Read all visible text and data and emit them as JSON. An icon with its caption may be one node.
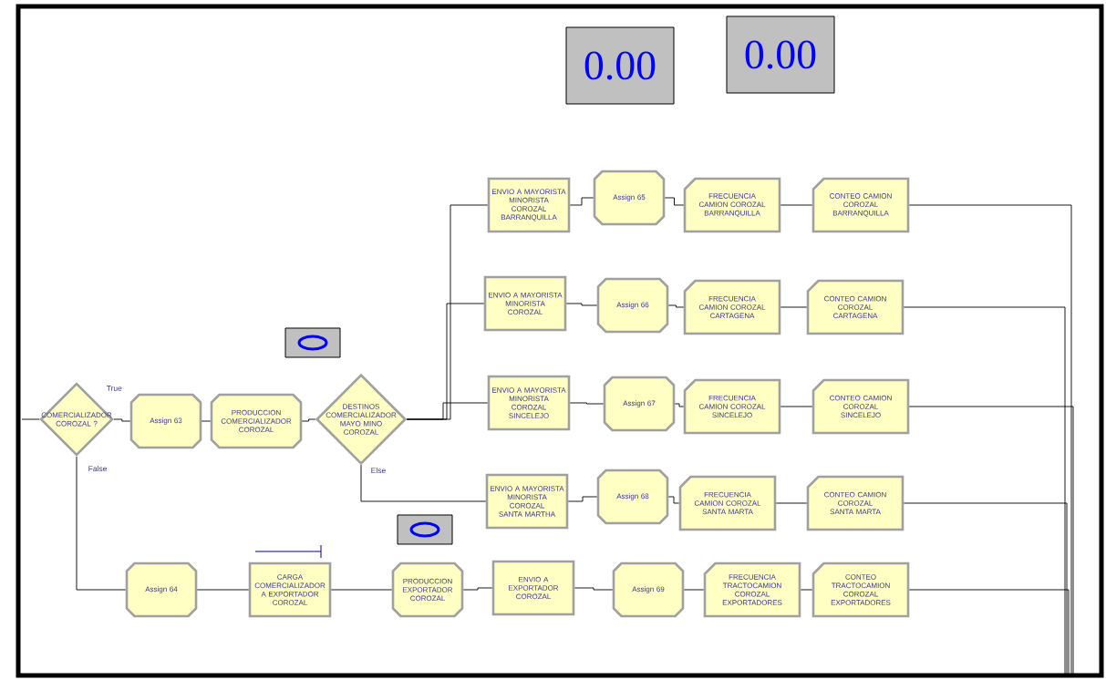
{
  "diagram": {
    "nodes": [
      {
        "text": [
          "0.00"
        ]
      },
      {
        "text": [
          "0.00"
        ]
      },
      {
        "text": [
          "COMERCIALIZADOR COROZAL ?"
        ],
        "beside": [
          "True",
          "False"
        ]
      },
      {
        "text": [
          "Assign 63"
        ]
      },
      {
        "text": [
          "PRODUCCION COMERCIALIZADOR COROZAL"
        ]
      },
      {
        "text": [
          "DESTINOS COMERCIALIZADOR MAYO MINO COROZAL"
        ],
        "beside": [
          "Else"
        ]
      },
      {
        "text": [
          "ENVIO A MAYORISTA MINORISTA COROZAL BARRANQUILLA"
        ]
      },
      {
        "text": [
          "Assign 65"
        ]
      },
      {
        "text": [
          "FRECUENCIA CAMION COROZAL BARRANQUILLA"
        ]
      },
      {
        "text": [
          "CONTEO CAMION COROZAL BARRANQUILLA"
        ]
      },
      {
        "text": [
          "ENVIO A MAYORISTA MINORISTA COROZAL"
        ]
      },
      {
        "text": [
          "Assign 66"
        ]
      },
      {
        "text": [
          "FRECUENCIA CAMION COROZAL CARTAGENA"
        ]
      },
      {
        "text": [
          "CONTEO CAMION COROZAL CARTAGENA"
        ]
      },
      {
        "text": [
          "ENVIO A MAYORISTA MINORISTA COROZAL SINCELEJO"
        ]
      },
      {
        "text": [
          "Assign 67"
        ]
      },
      {
        "text": [
          "FRECUENCIA CAMION COROZAL SINCELEJO"
        ]
      },
      {
        "text": [
          "CONTEO CAMION COROZAL SINCELEJO"
        ]
      },
      {
        "text": [
          "ENVIO A MAYORISTA MINORISTA COROZAL SANTA MARTHA"
        ]
      },
      {
        "text": [
          "Assign 68"
        ]
      },
      {
        "text": [
          "FRECUENCIA CAMION COROZAL SANTA MARTA"
        ]
      },
      {
        "text": [
          "CONTEO CAMION COROZAL SANTA MARTA"
        ]
      },
      {
        "text": [
          "Assign 64"
        ]
      },
      {
        "text": [
          "CARGA COMERCIALIZADOR A EXPORTADOR COROZAL"
        ]
      },
      {
        "text": [
          "PRODUCCION EXPORTADOR COROZAL"
        ]
      },
      {
        "text": [
          "ENVIO A EXPORTADOR COROZAL"
        ]
      },
      {
        "text": [
          "Assign 69"
        ]
      },
      {
        "text": [
          "FRECUENCIA TRACTOCAMION COROZAL EXPORTADORES"
        ]
      },
      {
        "text": [
          "CONTEO TRACTOCAMION COROZAL EXPORTADORES"
        ]
      }
    ],
    "edges": [
      {
        "from": null,
        "to": 2,
        "arrow": "none"
      },
      {
        "from": 2,
        "to": 3,
        "arrow": "none"
      },
      {
        "from": 3,
        "to": 4,
        "arrow": "none"
      },
      {
        "from": 4,
        "to": 5,
        "arrow": "none"
      },
      {
        "from": 5,
        "to": 6,
        "arrow": "none"
      },
      {
        "from": 5,
        "to": 10,
        "arrow": "none"
      },
      {
        "from": 5,
        "to": 14,
        "arrow": "none"
      },
      {
        "from": 5,
        "to": 18,
        "arrow": "none"
      },
      {
        "from": 6,
        "to": 7,
        "arrow": "none"
      },
      {
        "from": 7,
        "to": 8,
        "arrow": "none"
      },
      {
        "from": 8,
        "to": 9,
        "arrow": "none"
      },
      {
        "from": 10,
        "to": 11,
        "arrow": "none"
      },
      {
        "from": 11,
        "to": 12,
        "arrow": "none"
      },
      {
        "from": 12,
        "to": 13,
        "arrow": "none"
      },
      {
        "from": 14,
        "to": 15,
        "arrow": "none"
      },
      {
        "from": 15,
        "to": 16,
        "arrow": "none"
      },
      {
        "from": 16,
        "to": 17,
        "arrow": "none"
      },
      {
        "from": 18,
        "to": 19,
        "arrow": "none"
      },
      {
        "from": 19,
        "to": 20,
        "arrow": "none"
      },
      {
        "from": 20,
        "to": 21,
        "arrow": "none"
      },
      {
        "from": 2,
        "to": 22,
        "arrow": "none"
      },
      {
        "from": 22,
        "to": 23,
        "arrow": "none"
      },
      {
        "from": 23,
        "to": 24,
        "arrow": "none"
      },
      {
        "from": 24,
        "to": 25,
        "arrow": "none"
      },
      {
        "from": 25,
        "to": 26,
        "arrow": "none"
      },
      {
        "from": 26,
        "to": 27,
        "arrow": "none"
      },
      {
        "from": 27,
        "to": 28,
        "arrow": "none"
      },
      {
        "from": 9,
        "to": null,
        "arrow": "none"
      },
      {
        "from": 13,
        "to": null,
        "arrow": "none"
      },
      {
        "from": 17,
        "to": null,
        "arrow": "none"
      },
      {
        "from": 21,
        "to": null,
        "arrow": "none"
      },
      {
        "from": 28,
        "to": null,
        "arrow": "none"
      }
    ]
  }
}
